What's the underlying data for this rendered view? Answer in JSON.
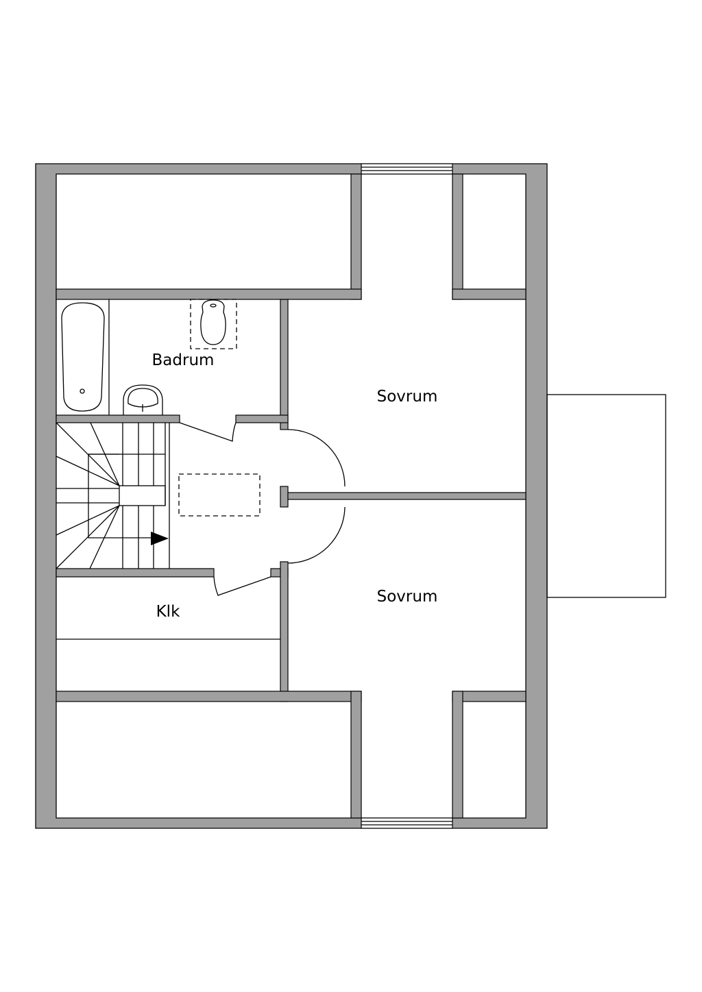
{
  "plan": {
    "rooms": {
      "bathroom": "Badrum",
      "bedroom_upper": "Sovrum",
      "bedroom_lower": "Sovrum",
      "closet": "Klk"
    },
    "colors": {
      "wall": "#a0a0a0",
      "line": "#000000",
      "background": "#ffffff"
    }
  }
}
